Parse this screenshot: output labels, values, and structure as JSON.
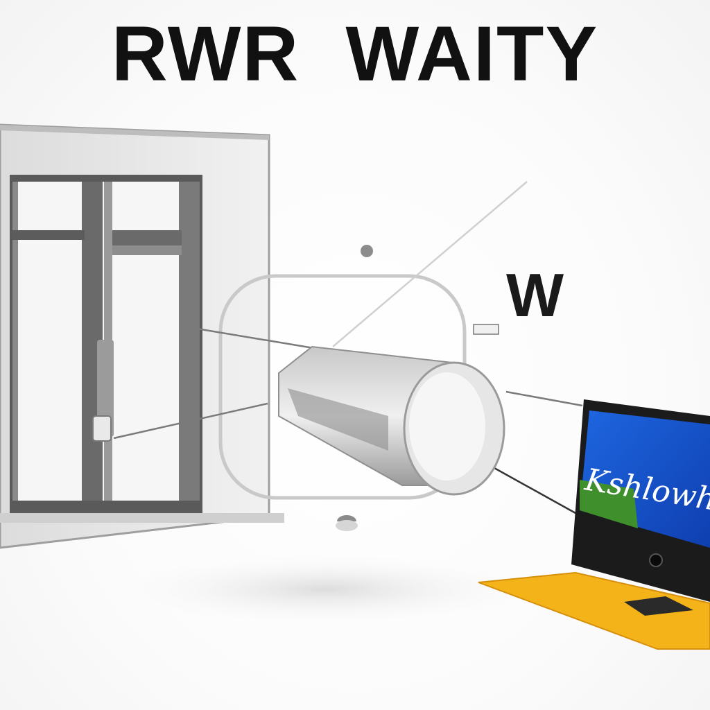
{
  "headline": "RWR  WAITY",
  "side_letter": "W",
  "screen_text": "Kshlowhy",
  "colors": {
    "screen_blue": "#1a5fd6",
    "screen_green": "#3f8f2c",
    "desk_yellow": "#f5b31a",
    "frame_gray": "#e6e6e6",
    "dark_frame": "#4a4a4a"
  },
  "icons": [
    "window-icon",
    "cylinder-icon",
    "rounded-square-outline",
    "monitor-icon",
    "desk-icon",
    "sensor-icon"
  ]
}
